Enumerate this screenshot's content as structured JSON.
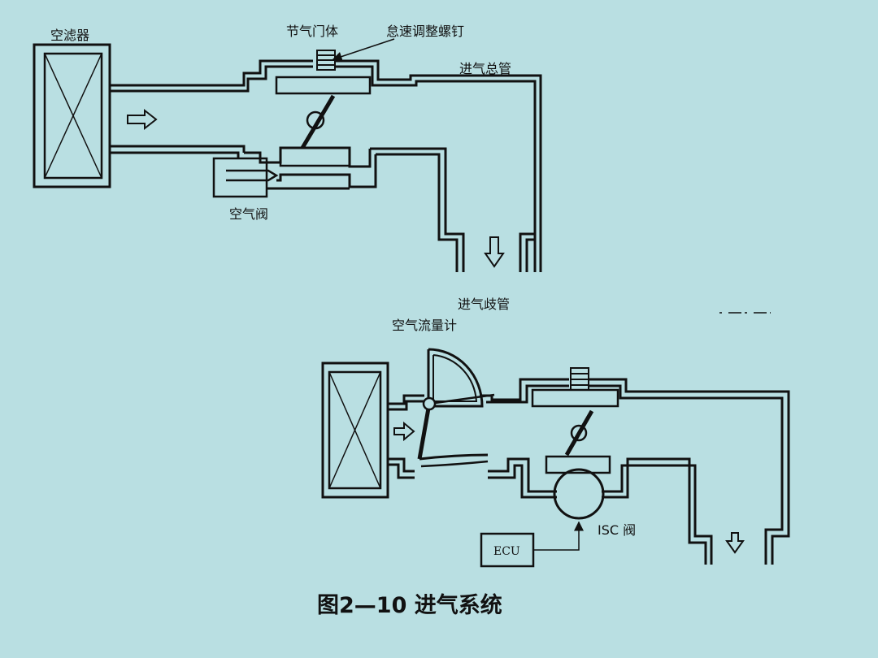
{
  "colors": {
    "background": "#b9dfe2",
    "line": "#111111"
  },
  "top_system": {
    "air_filter_label": "空滤器",
    "throttle_body_label": "节气门体",
    "idle_screw_label": "怠速调整螺钉",
    "intake_manifold_label": "进气总管",
    "air_valve_label": "空气阀",
    "intake_branch_label": "进气歧管"
  },
  "bottom_system": {
    "air_flow_meter_label": "空气流量计",
    "ecu_label": "ECU",
    "isc_valve_label": "ISC  阀"
  },
  "caption": "图2—10  进气系统"
}
